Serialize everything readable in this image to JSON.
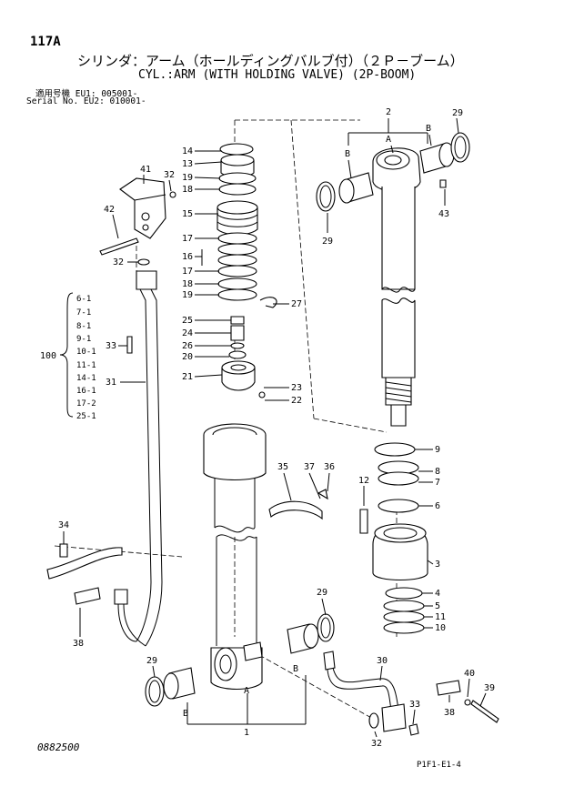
{
  "header": {
    "page_code": "117A",
    "title_ja": "シリンダ：アーム（ホールディングバルブ付）（２Ｐ－ブーム）",
    "title_en": "CYL.:ARM (WITH HOLDING VALVE) (2P-BOOM)",
    "serial_line_1": "適用号機 EU1: 005001-",
    "serial_line_2": "Serial No. EU2: 010001-"
  },
  "footer": {
    "doc_number": "0882500",
    "sheet_code": "P1F1-E1-4"
  },
  "callouts": {
    "c2": "2",
    "cA_top": "A",
    "cB_top_left": "B",
    "cB_top_right": "B",
    "c29_top": "29",
    "c43": "43",
    "c29_mid_left": "29",
    "c14": "14",
    "c13": "13",
    "c19a": "19",
    "c18a": "18",
    "c15": "15",
    "c17a": "17",
    "c16": "16",
    "c17b": "17",
    "c18b": "18",
    "c19b": "19",
    "c27": "27",
    "c25": "25",
    "c24": "24",
    "c26": "26",
    "c20": "20",
    "c21": "21",
    "c23": "23",
    "c22": "22",
    "c41": "41",
    "c32a": "32",
    "c42": "42",
    "c32b": "32",
    "c33a": "33",
    "c31": "31",
    "c9": "9",
    "c8": "8",
    "c7": "7",
    "c6": "6",
    "c12": "12",
    "c3": "3",
    "c4": "4",
    "c5": "5",
    "c11": "11",
    "c10": "10",
    "c35": "35",
    "c37": "37",
    "c36": "36",
    "c34": "34",
    "c38a": "38",
    "c29_mid_right": "29",
    "c29_bottom_left": "29",
    "cB_bottom_left": "B",
    "cA_bottom": "A",
    "c1": "1",
    "cB_bottom_mid": "B",
    "c30": "30",
    "c40": "40",
    "c39": "39",
    "c33b": "33",
    "c38b": "38",
    "c32c": "32",
    "c100": "100"
  },
  "kit_100_list": [
    "6-1",
    "7-1",
    "8-1",
    "9-1",
    "10-1",
    "11-1",
    "14-1",
    "16-1",
    "17-2",
    "25-1"
  ]
}
